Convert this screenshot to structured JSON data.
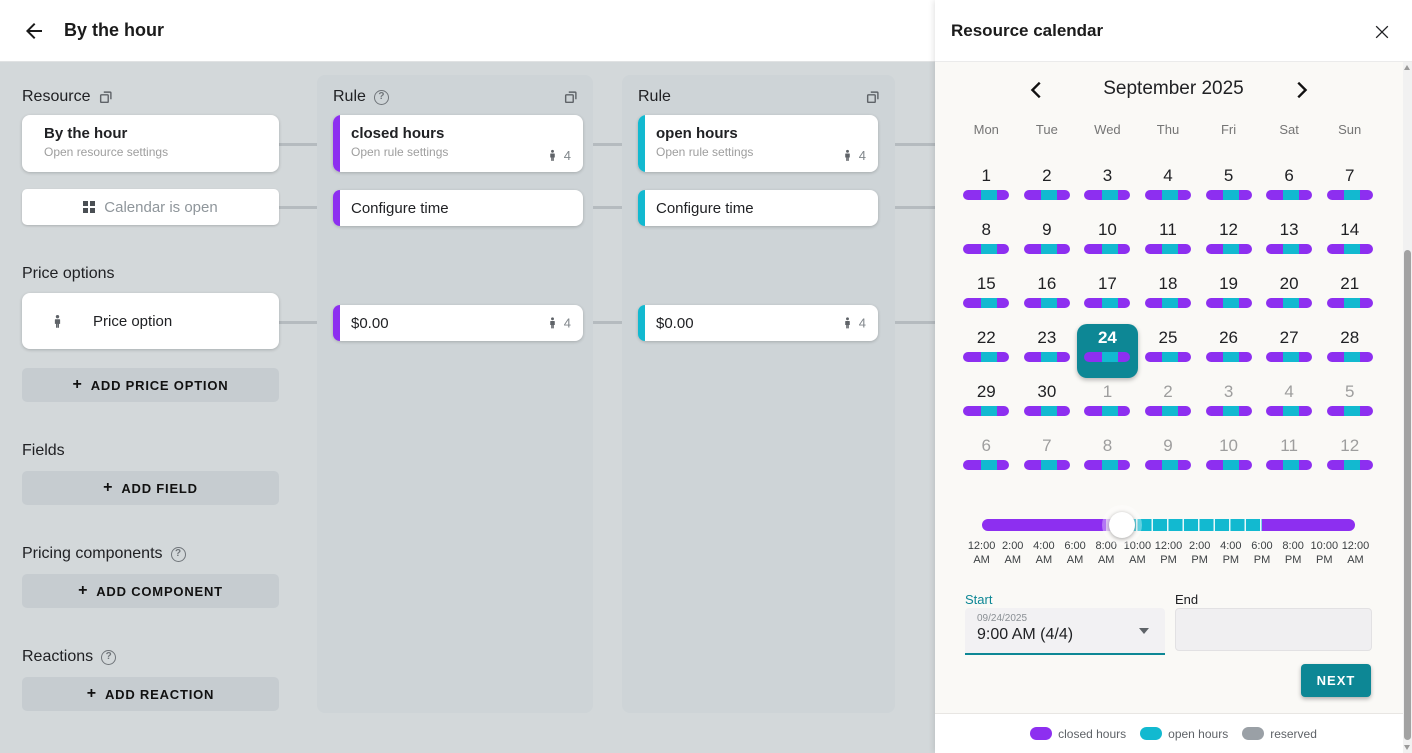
{
  "colors": {
    "closed": "#8d2ff0",
    "closed_light": "#cfa9f2",
    "open": "#12b9d0",
    "reserved": "#9aa0a6",
    "teal": "#0d8795"
  },
  "icons": {
    "plus": "+",
    "help": "?"
  },
  "app_header": {
    "title": "By the hour"
  },
  "resource": {
    "section_label": "Resource",
    "card_title": "By the hour",
    "card_subtitle": "Open resource settings",
    "calendar_state": "Calendar is open"
  },
  "price_options": {
    "section_label": "Price options",
    "option_label": "Price option",
    "add_label": "ADD PRICE OPTION"
  },
  "fields": {
    "section_label": "Fields",
    "add_label": "ADD FIELD"
  },
  "pricing_components": {
    "section_label": "Pricing components",
    "add_label": "ADD COMPONENT"
  },
  "reactions": {
    "section_label": "Reactions",
    "add_label": "ADD REACTION"
  },
  "rules": [
    {
      "section_label": "Rule",
      "name": "closed hours",
      "subtitle": "Open rule settings",
      "capacity": "4",
      "time_label": "Configure time",
      "price": "$0.00",
      "price_capacity": "4"
    },
    {
      "section_label": "Rule",
      "name": "open hours",
      "subtitle": "Open rule settings",
      "capacity": "4",
      "time_label": "Configure time",
      "price": "$0.00",
      "price_capacity": "4"
    }
  ],
  "calendar": {
    "panel_title": "Resource calendar",
    "month_label": "September 2025",
    "weekdays": [
      "Mon",
      "Tue",
      "Wed",
      "Thu",
      "Fri",
      "Sat",
      "Sun"
    ],
    "day_bar_segments": [
      {
        "key": "closed",
        "pct": 37.5
      },
      {
        "key": "open",
        "pct": 35
      },
      {
        "key": "closed",
        "pct": 27.5
      }
    ],
    "days": [
      {
        "d": "1"
      },
      {
        "d": "2"
      },
      {
        "d": "3"
      },
      {
        "d": "4"
      },
      {
        "d": "5"
      },
      {
        "d": "6"
      },
      {
        "d": "7"
      },
      {
        "d": "8"
      },
      {
        "d": "9"
      },
      {
        "d": "10"
      },
      {
        "d": "11"
      },
      {
        "d": "12"
      },
      {
        "d": "13"
      },
      {
        "d": "14"
      },
      {
        "d": "15"
      },
      {
        "d": "16"
      },
      {
        "d": "17"
      },
      {
        "d": "18"
      },
      {
        "d": "19"
      },
      {
        "d": "20"
      },
      {
        "d": "21"
      },
      {
        "d": "22"
      },
      {
        "d": "23"
      },
      {
        "d": "24",
        "selected": true
      },
      {
        "d": "25"
      },
      {
        "d": "26"
      },
      {
        "d": "27"
      },
      {
        "d": "28"
      },
      {
        "d": "29"
      },
      {
        "d": "30"
      },
      {
        "d": "1",
        "muted": true
      },
      {
        "d": "2",
        "muted": true
      },
      {
        "d": "3",
        "muted": true
      },
      {
        "d": "4",
        "muted": true
      },
      {
        "d": "5",
        "muted": true
      },
      {
        "d": "6",
        "muted": true
      },
      {
        "d": "7",
        "muted": true
      },
      {
        "d": "8",
        "muted": true
      },
      {
        "d": "9",
        "muted": true
      },
      {
        "d": "10",
        "muted": true
      },
      {
        "d": "11",
        "muted": true
      },
      {
        "d": "12",
        "muted": true
      }
    ]
  },
  "slider": {
    "segments": [
      {
        "key": "closed",
        "pct": 33.33
      },
      {
        "key": "closed_light",
        "pct": 4.17
      },
      {
        "key": "open",
        "pct": 37.5,
        "ticks": true
      },
      {
        "key": "closed",
        "pct": 25
      }
    ],
    "handle_pct": 37.5,
    "tick_labels": [
      "12:00 AM",
      "2:00 AM",
      "4:00 AM",
      "6:00 AM",
      "8:00 AM",
      "10:00 AM",
      "12:00 PM",
      "2:00 PM",
      "4:00 PM",
      "6:00 PM",
      "8:00 PM",
      "10:00 PM",
      "12:00 AM"
    ]
  },
  "booking": {
    "start_label": "Start",
    "start_date": "09/24/2025",
    "start_value": "9:00 AM (4/4)",
    "end_label": "End",
    "end_value": "",
    "next_label": "NEXT"
  },
  "legend": [
    {
      "key": "closed",
      "label": "closed hours"
    },
    {
      "key": "open",
      "label": "open hours"
    },
    {
      "key": "reserved",
      "label": "reserved"
    }
  ]
}
